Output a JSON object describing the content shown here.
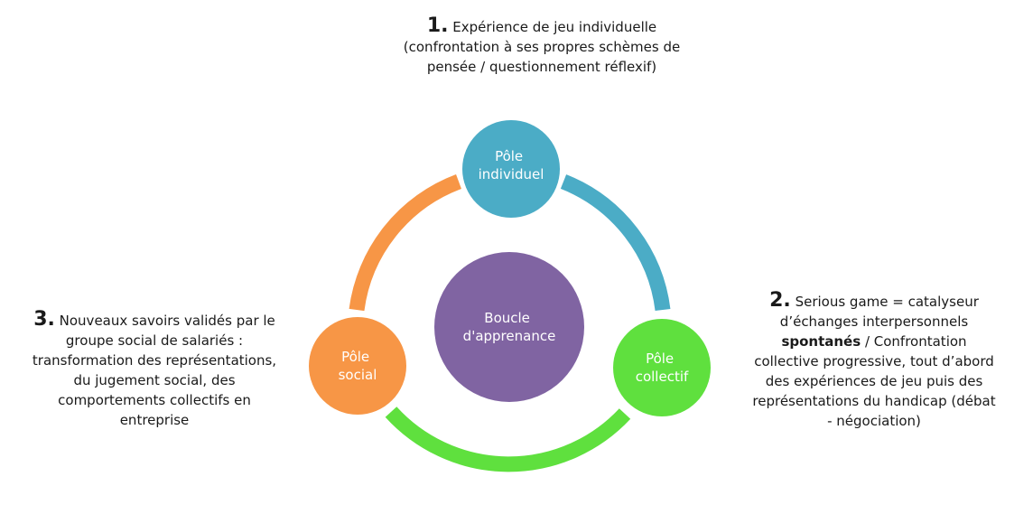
{
  "colors": {
    "individuel": "#4BACC6",
    "collectif": "#5FE03E",
    "social": "#F79646",
    "center": "#8064A2"
  },
  "nodes": {
    "individuel": {
      "line1": "Pôle",
      "line2": "individuel"
    },
    "collectif": {
      "line1": "Pôle",
      "line2": "collectif"
    },
    "social": {
      "line1": "Pôle",
      "line2": "social"
    },
    "center": {
      "line1": "Boucle",
      "line2": "d'apprenance"
    }
  },
  "texts": {
    "t1": {
      "number": "1.",
      "line1": "Expérience de jeu individuelle",
      "line2": "(confrontation à ses propres schèmes de",
      "line3": "pensée / questionnement réflexif)"
    },
    "t2": {
      "number": "2.",
      "line1": "Serious game = catalyseur",
      "line2": "d’échanges interpersonnels",
      "bold": "spontanés",
      "line3_rest": "/ Confrontation",
      "line4": "collective progressive, tout d’abord",
      "line5": "des expériences de jeu puis des",
      "line6": "représentations du handicap (débat",
      "line7": "- négociation)"
    },
    "t3": {
      "number": "3.",
      "line1": "Nouveaux savoirs validés par le",
      "line2": "groupe social de salariés :",
      "line3": "transformation des représentations,",
      "line4": "du jugement social, des",
      "line5": "comportements collectifs en",
      "line6": "entreprise"
    }
  }
}
